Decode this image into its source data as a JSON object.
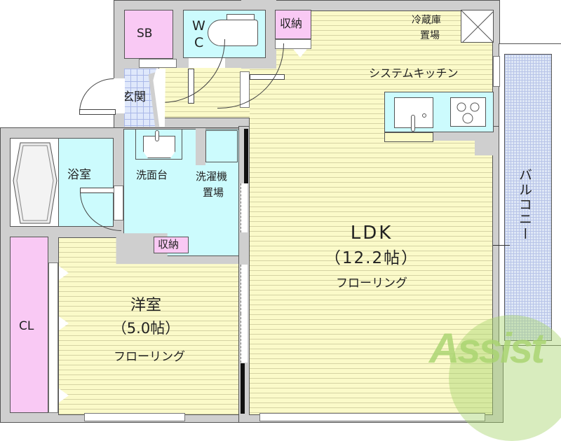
{
  "floorplan": {
    "rooms": {
      "sb": {
        "label": "SB"
      },
      "wc": {
        "label_w": "W",
        "label_c": "C"
      },
      "storage_top": {
        "label": "収納"
      },
      "fridge": {
        "line1": "冷蔵庫",
        "line2": "置場"
      },
      "kitchen": {
        "label": "システムキッチン"
      },
      "entrance": {
        "label": "玄関"
      },
      "bath": {
        "label": "浴室"
      },
      "washbasin": {
        "label": "洗面台"
      },
      "washer": {
        "line1": "洗濯機",
        "line2": "置場"
      },
      "storage_mid": {
        "label": "収納"
      },
      "ldk": {
        "name": "LDK",
        "size": "（12.2帖）",
        "floor": "フローリング"
      },
      "western": {
        "name": "洋室",
        "size": "（5.0帖）",
        "floor": "フローリング"
      },
      "closet": {
        "label": "CL"
      },
      "balcony": {
        "label": "バルコニー"
      }
    },
    "watermark": {
      "text": "Assist",
      "color": "#a8d46f",
      "accent": "#e8736a"
    }
  }
}
